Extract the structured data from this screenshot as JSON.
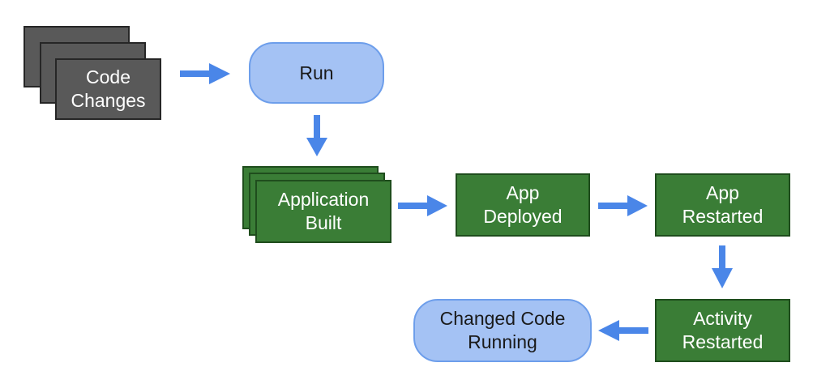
{
  "nodes": {
    "code_changes": "Code\nChanges",
    "run": "Run",
    "application_built": "Application\nBuilt",
    "app_deployed": "App\nDeployed",
    "app_restarted": "App\nRestarted",
    "activity_restarted": "Activity\nRestarted",
    "changed_code_running": "Changed Code\nRunning"
  },
  "colors": {
    "gray_fill": "#595959",
    "green_fill": "#3a7d36",
    "pill_fill": "#a4c2f4",
    "pill_border": "#6d9eeb",
    "arrow": "#4a86e8"
  }
}
